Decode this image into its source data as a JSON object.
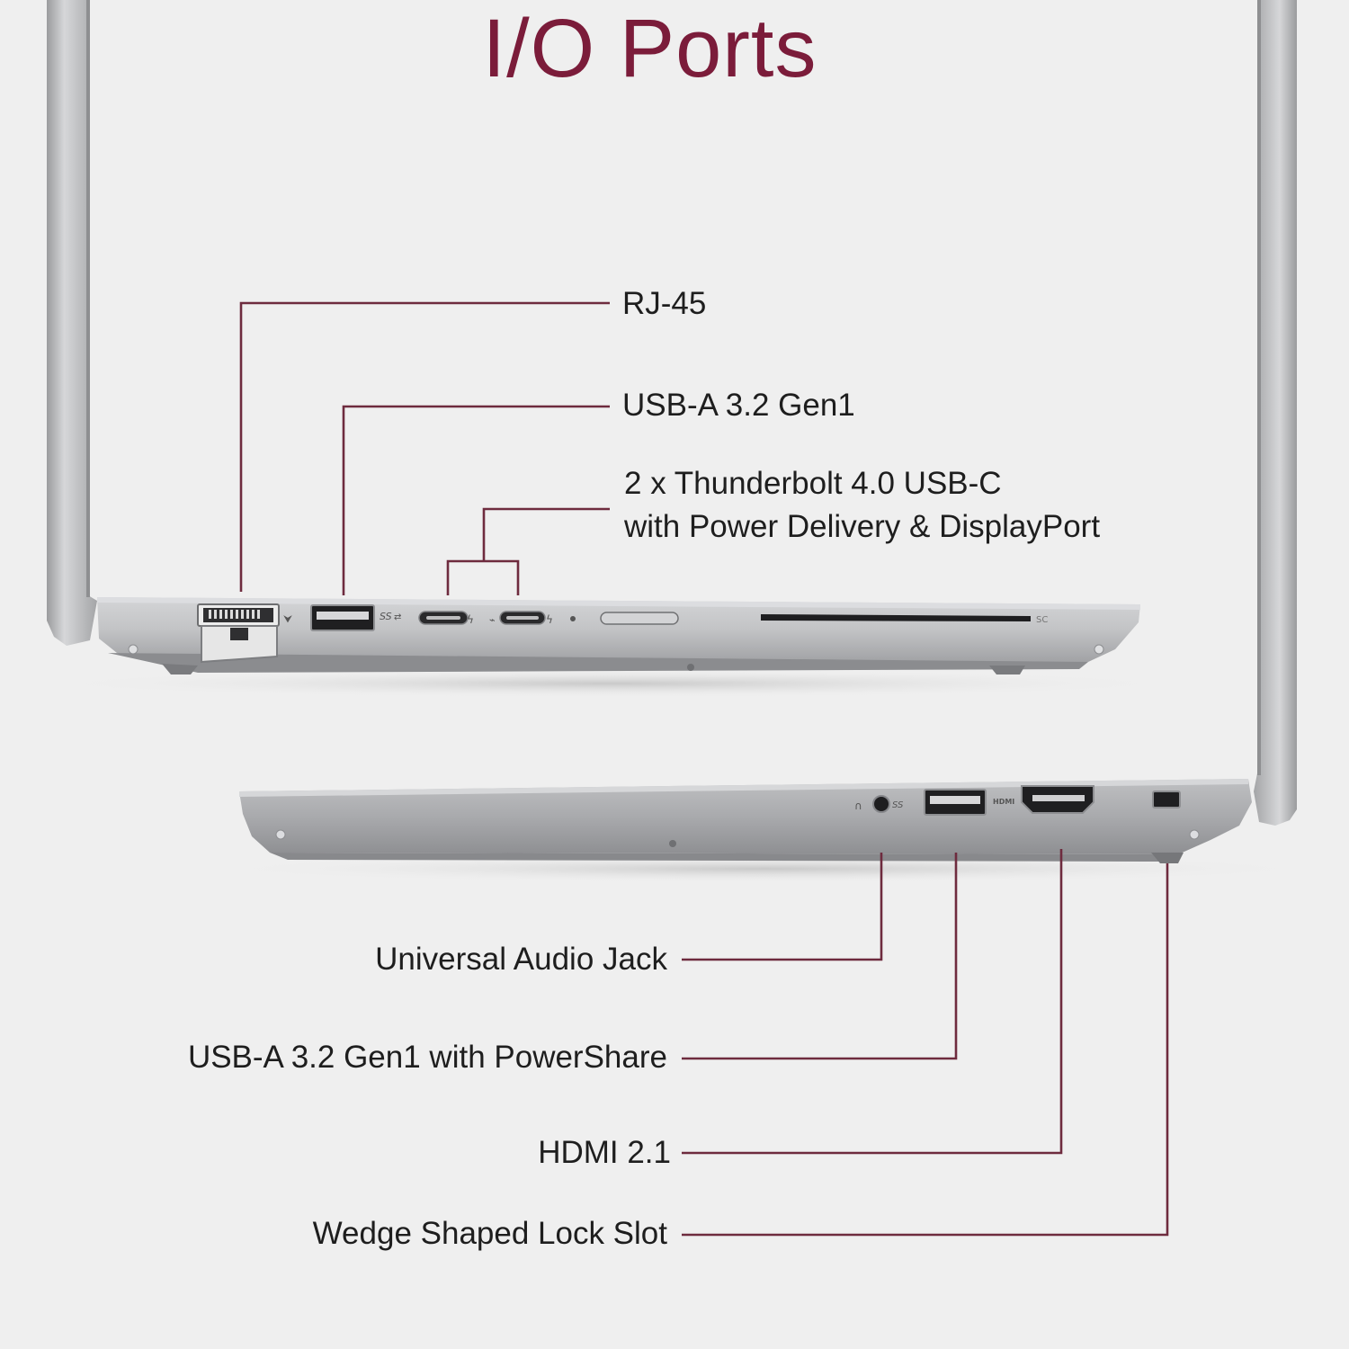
{
  "title": "I/O Ports",
  "colors": {
    "title": "#7b1c3a",
    "leader_line": "#6e2b3e",
    "background": "#efefef",
    "chassis": "#b8b9bb"
  },
  "left_side_ports": [
    {
      "label": "RJ-45",
      "icon": "ethernet-port-icon"
    },
    {
      "label": "USB-A 3.2 Gen1",
      "icon": "usb-a-port-icon"
    },
    {
      "label": "2 x Thunderbolt 4.0 USB-C",
      "label_line2": "with Power Delivery & DisplayPort",
      "icon": "usb-c-port-icon"
    }
  ],
  "right_side_ports": [
    {
      "label": "Universal Audio Jack",
      "icon": "audio-jack-icon"
    },
    {
      "label": "USB-A 3.2 Gen1 with PowerShare",
      "icon": "usb-a-port-icon"
    },
    {
      "label": "HDMI 2.1",
      "icon": "hdmi-port-icon"
    },
    {
      "label": "Wedge Shaped Lock Slot",
      "icon": "lock-slot-icon"
    }
  ],
  "chassis_markings": {
    "ss_usb": "SS",
    "hdmi": "HDMI",
    "smart_card": "SC"
  }
}
